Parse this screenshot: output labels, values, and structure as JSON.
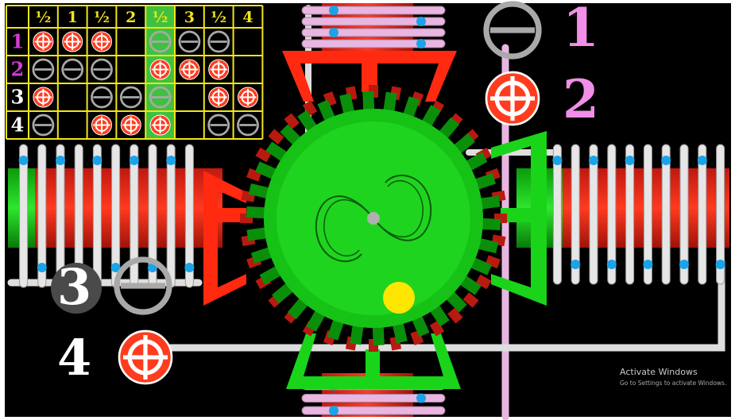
{
  "colors": {
    "background": "#000000",
    "frame": "#ffffff",
    "rotor": "#16d116",
    "rotor_dark": "#0a8f0a",
    "tooth_dark": "#b81a10",
    "red": "#ff2a10",
    "green": "#19d419",
    "coil_white": "#e6e6e6",
    "coil_pink": "#e8b6e0",
    "dot_blue": "#1aa3e8",
    "grid_yellow": "#f2e51a",
    "grid_highlight": "#3fc13f",
    "pos_red": "#ff3c1e",
    "neg_gray": "#a9a9a9",
    "label_pink": "#f08ee8",
    "label_magenta": "#d43bd4",
    "label_white": "#ffffff",
    "marker_yellow": "#ffe600"
  },
  "grid": {
    "headers": [
      "½",
      "1",
      "½",
      "2",
      "½",
      "3",
      "½",
      "4"
    ],
    "highlight_column": 4,
    "row_labels": [
      "1",
      "2",
      "3",
      "4"
    ],
    "rows": [
      [
        "+",
        "+",
        "+",
        "",
        "-",
        "-",
        "-",
        ""
      ],
      [
        "-",
        "-",
        "-",
        "",
        "+",
        "+",
        "+",
        ""
      ],
      [
        "+",
        "",
        "-",
        "-",
        "-",
        "",
        "+",
        "+"
      ],
      [
        "-",
        "",
        "+",
        "+",
        "+",
        "",
        "-",
        "-"
      ]
    ]
  },
  "legend": {
    "items": [
      {
        "number": "1",
        "symbol": "negative",
        "icon": "minus-circle-icon"
      },
      {
        "number": "2",
        "symbol": "positive",
        "icon": "plus-circle-icon"
      },
      {
        "number": "3",
        "symbol": "negative",
        "icon": "minus-circle-icon"
      },
      {
        "number": "4",
        "symbol": "positive",
        "icon": "plus-circle-icon"
      }
    ]
  },
  "watermark": {
    "title": "Activate Windows",
    "subtitle": "Go to Settings to activate Windows."
  }
}
